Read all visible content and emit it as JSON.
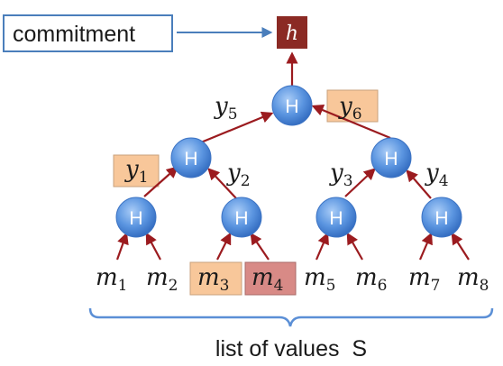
{
  "commitment_label": "commitment",
  "root_label": "h",
  "hash_node_label": "H",
  "intermediate_labels": {
    "y1": {
      "base": "y",
      "sub": "1"
    },
    "y2": {
      "base": "y",
      "sub": "2"
    },
    "y3": {
      "base": "y",
      "sub": "3"
    },
    "y4": {
      "base": "y",
      "sub": "4"
    },
    "y5": {
      "base": "y",
      "sub": "5"
    },
    "y6": {
      "base": "y",
      "sub": "6"
    }
  },
  "leaves": [
    {
      "base": "m",
      "sub": "1"
    },
    {
      "base": "m",
      "sub": "2"
    },
    {
      "base": "m",
      "sub": "3"
    },
    {
      "base": "m",
      "sub": "4"
    },
    {
      "base": "m",
      "sub": "5"
    },
    {
      "base": "m",
      "sub": "6"
    },
    {
      "base": "m",
      "sub": "7"
    },
    {
      "base": "m",
      "sub": "8"
    }
  ],
  "caption": "list of values  S",
  "colors": {
    "arrow": "#9b1b1f",
    "root_box": "#8b2a24",
    "highlight_orange": "#f8c79a",
    "highlight_red": "#d88a86",
    "commitment_border": "#4a7ebb",
    "commitment_arrow": "#4a7ebb",
    "node_fill": "#5b95e0",
    "brace": "#5b8fd6"
  }
}
